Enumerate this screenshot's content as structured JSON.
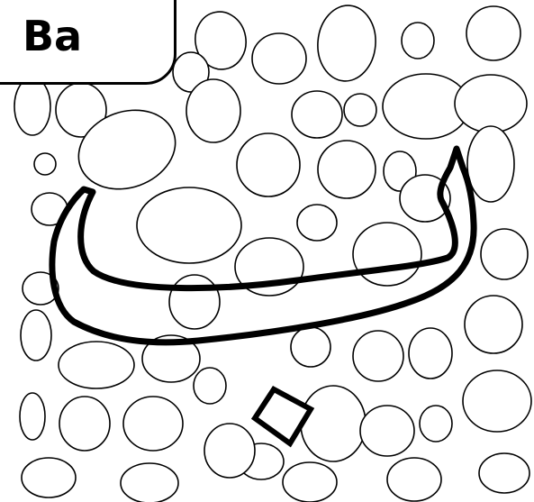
{
  "worksheet": {
    "letter_label": "Ba",
    "letter_glyph_icon": "arabic-letter-ba-outline",
    "background_pattern_icon": "pebble-pattern",
    "colors": {
      "ink": "#000000",
      "paper": "#ffffff"
    }
  }
}
